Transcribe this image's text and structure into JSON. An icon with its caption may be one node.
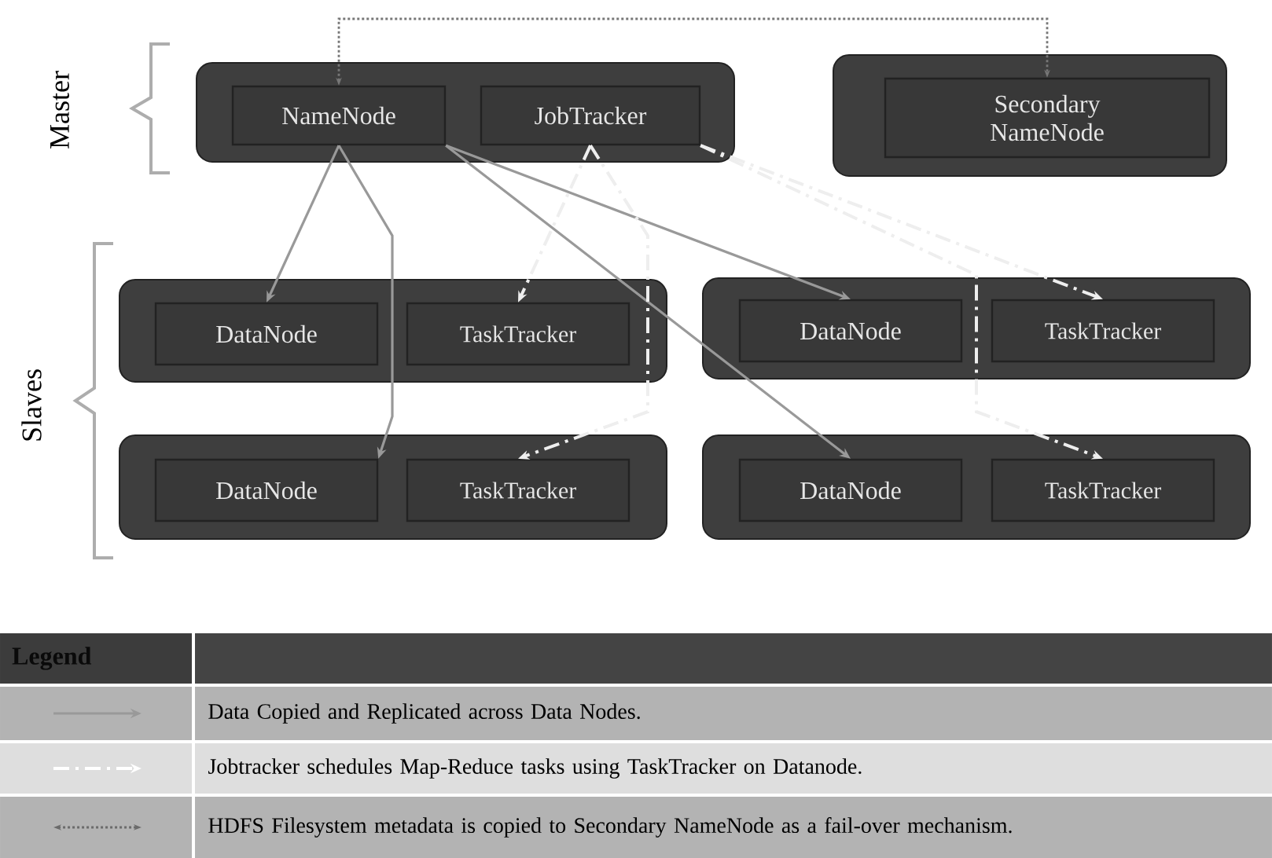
{
  "diagram": {
    "nodes": [
      {
        "text": [],
        "shape": "box"
      },
      {
        "text": [
          "NameNode"
        ],
        "in": 0
      },
      {
        "text": [
          "JobTracker"
        ],
        "in": 0
      },
      {
        "text": [],
        "shape": "box"
      },
      {
        "text": [
          "Secondary NameNode"
        ],
        "in": 3
      },
      {
        "text": [],
        "shape": "box"
      },
      {
        "text": [
          "DataNode"
        ],
        "in": 5
      },
      {
        "text": [
          "TaskTracker"
        ],
        "in": 5
      },
      {
        "text": [],
        "shape": "box"
      },
      {
        "text": [
          "DataNode"
        ],
        "in": 8
      },
      {
        "text": [
          "TaskTracker"
        ],
        "in": 8
      },
      {
        "text": [],
        "shape": "box"
      },
      {
        "text": [
          "DataNode"
        ],
        "in": 11
      },
      {
        "text": [
          "TaskTracker"
        ],
        "in": 11
      },
      {
        "text": [],
        "shape": "box"
      },
      {
        "text": [
          "DataNode"
        ],
        "in": 14
      },
      {
        "text": [
          "TaskTracker"
        ],
        "in": 14
      }
    ],
    "edges": [
      {
        "from": 1,
        "to": 6,
        "arrow": "to"
      },
      {
        "from": 1,
        "to": 12,
        "arrow": "to"
      },
      {
        "from": 1,
        "to": 9,
        "arrow": "to"
      },
      {
        "from": 1,
        "to": 15,
        "arrow": "to"
      },
      {
        "from": 2,
        "to": 7,
        "arrow": "to",
        "style": "dashed",
        "color": "#eeeeee"
      },
      {
        "from": 2,
        "to": 13,
        "arrow": "to",
        "style": "dashed",
        "color": "#eeeeee"
      },
      {
        "from": 2,
        "to": 10,
        "arrow": "to",
        "style": "dashed",
        "color": "#eeeeee"
      },
      {
        "from": 2,
        "to": 16,
        "arrow": "to",
        "style": "dashed",
        "color": "#eeeeee"
      },
      {
        "from": 1,
        "to": 4,
        "arrow": "both",
        "style": "dashed",
        "color": "#777777"
      }
    ],
    "labels": [
      "Master",
      "Slaves",
      "Legend"
    ],
    "legend": [
      {
        "text": "Data Copied and Replicated across Data Nodes."
      },
      {
        "text": "Jobtracker schedules Map-Reduce tasks using TaskTracker on Datanode."
      },
      {
        "text": "HDFS Filesystem metadata is copied to Secondary NameNode as a fail-over mechanism."
      }
    ]
  }
}
